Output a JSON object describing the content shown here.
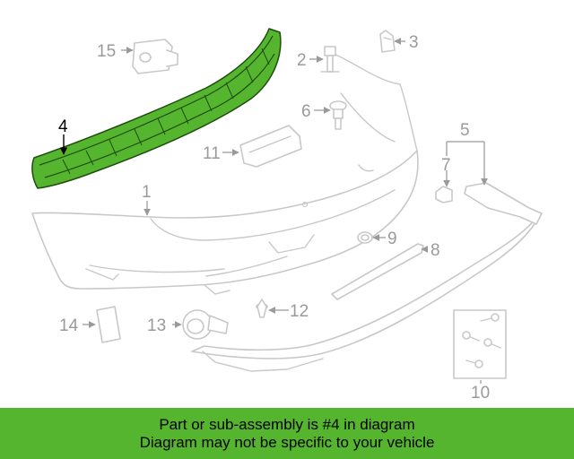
{
  "callouts": {
    "c1": "1",
    "c2": "2",
    "c3": "3",
    "c4": "4",
    "c5": "5",
    "c6": "6",
    "c7": "7",
    "c8": "8",
    "c9": "9",
    "c10": "10",
    "c11": "11",
    "c12": "12",
    "c13": "13",
    "c14": "14",
    "c15": "15"
  },
  "highlight": {
    "part_number": "4",
    "color": "#55b52f"
  },
  "banner": {
    "line1": "Part or sub-assembly is #4 in diagram",
    "line2": "Diagram may not be specific to your vehicle",
    "color": "#55b52f"
  }
}
